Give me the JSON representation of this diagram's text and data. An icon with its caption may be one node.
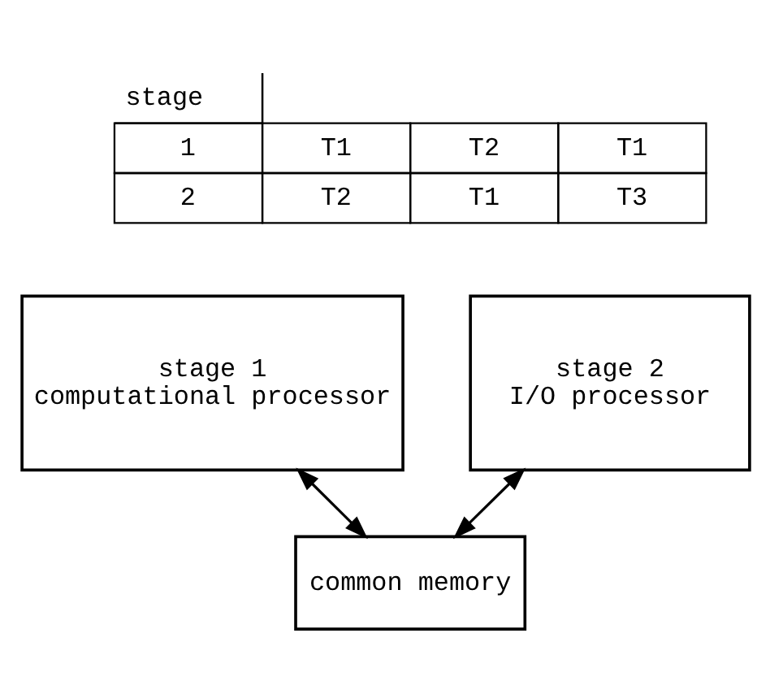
{
  "diagram": {
    "nodes": [
      {
        "text": [
          "stage 1",
          "computational processor"
        ]
      },
      {
        "text": [
          "stage 2",
          "I/O processor"
        ]
      },
      {
        "text": [
          "common memory"
        ]
      }
    ],
    "edges": [
      {
        "from": 0,
        "to": 2,
        "arrow": "both"
      },
      {
        "from": 1,
        "to": 2,
        "arrow": "both"
      }
    ],
    "labels": [
      "stage",
      "1",
      "T1",
      "T2",
      "T1",
      "2",
      "T2",
      "T1",
      "T3"
    ]
  }
}
